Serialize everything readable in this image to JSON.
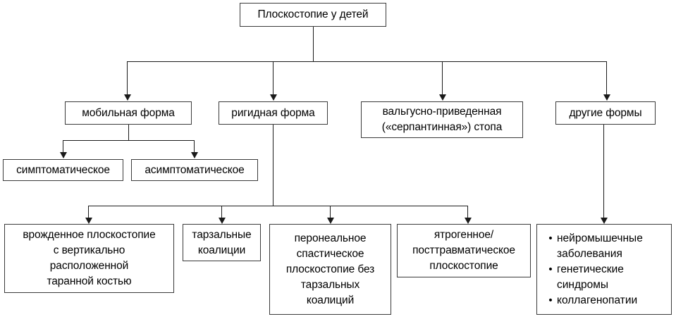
{
  "diagram": {
    "title_box": {
      "label": "Плоскостопие у детей"
    },
    "level2": [
      {
        "id": "mobile",
        "label": "мобильная форма"
      },
      {
        "id": "rigid",
        "label": "ригидная форма"
      },
      {
        "id": "valgus",
        "line1": "вальгусно-приведенная",
        "line2": "(«серпантинная») стопа"
      },
      {
        "id": "other",
        "label": "другие формы"
      }
    ],
    "level3": [
      {
        "id": "symptomatic",
        "label": "симптоматическое"
      },
      {
        "id": "asymptomatic",
        "label": "асимптоматическое"
      }
    ],
    "level4": [
      {
        "id": "congenital",
        "lines": [
          "врожденное плоскостопие",
          "с вертикально",
          "расположенной",
          "таранной костью"
        ]
      },
      {
        "id": "tarsal-coalitions",
        "lines": [
          "тарзальные",
          "коалиции"
        ]
      },
      {
        "id": "peroneal-spastic",
        "lines": [
          "перонеальное",
          "спастическое",
          "плоскостопие без",
          "тарзальных",
          "коалиций"
        ]
      },
      {
        "id": "iatrogenic",
        "lines": [
          "ятрогенное/",
          "посттравматическое",
          "плоскостопие"
        ]
      }
    ],
    "other_forms_list": {
      "bullet": "•",
      "items": [
        {
          "lines": [
            "нейромышечные",
            "заболевания"
          ]
        },
        {
          "lines": [
            "генетические",
            "синдромы"
          ]
        },
        {
          "lines": [
            "коллагенопатии"
          ]
        }
      ]
    },
    "colors": {
      "box_border": "#3a3a3a",
      "connector": "#1a1a1a",
      "background": "#ffffff",
      "text": "#000000"
    }
  }
}
